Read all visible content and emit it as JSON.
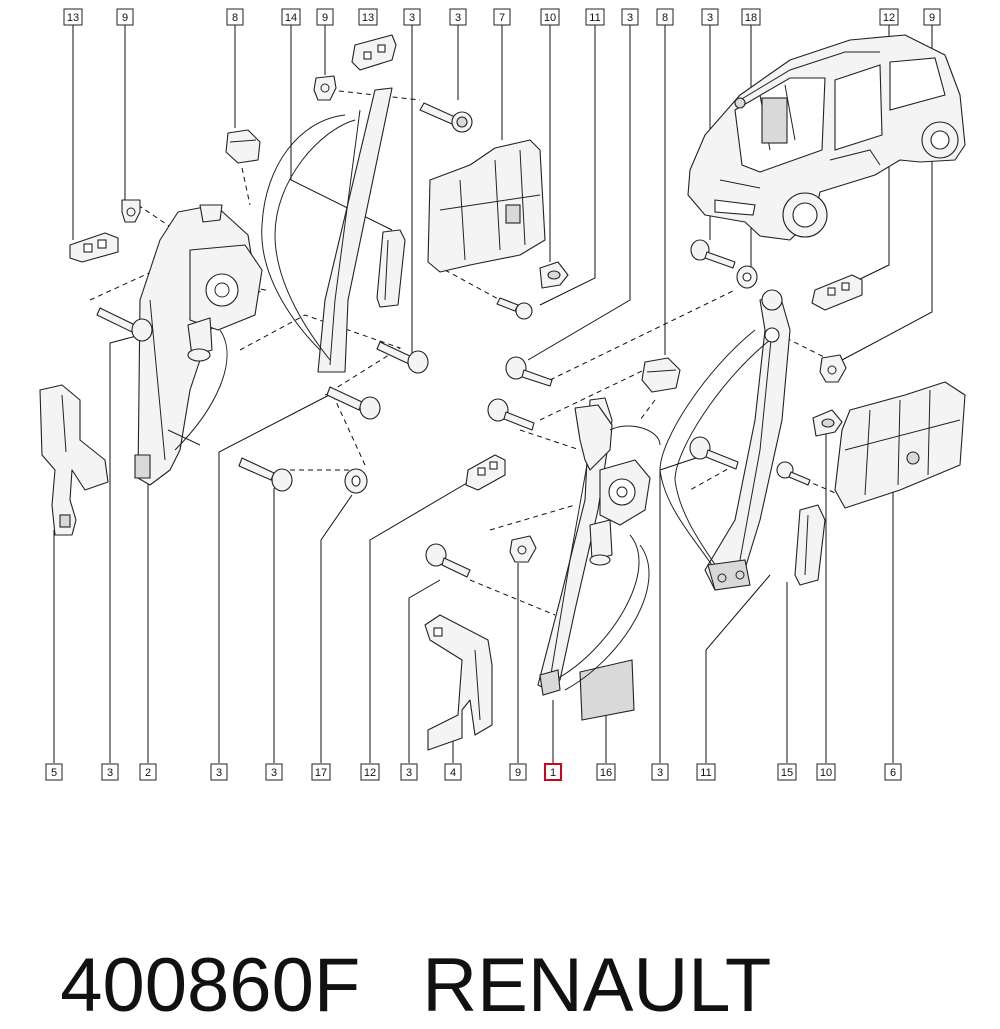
{
  "callouts_top": [
    "13",
    "9",
    "8",
    "14",
    "9",
    "13",
    "3",
    "3",
    "7",
    "10",
    "11",
    "3",
    "8",
    "3",
    "18",
    "12",
    "9"
  ],
  "callouts_bottom": [
    "5",
    "3",
    "2",
    "3",
    "3",
    "17",
    "12",
    "3",
    "4",
    "9",
    "1",
    "16",
    "3",
    "11",
    "15",
    "10",
    "6"
  ],
  "highlighted_callout": "1",
  "footer": {
    "part_number": "400860F",
    "brand": "RENAULT"
  },
  "colors": {
    "line": "#222222",
    "highlight": "#d0021b",
    "background": "#ffffff"
  }
}
